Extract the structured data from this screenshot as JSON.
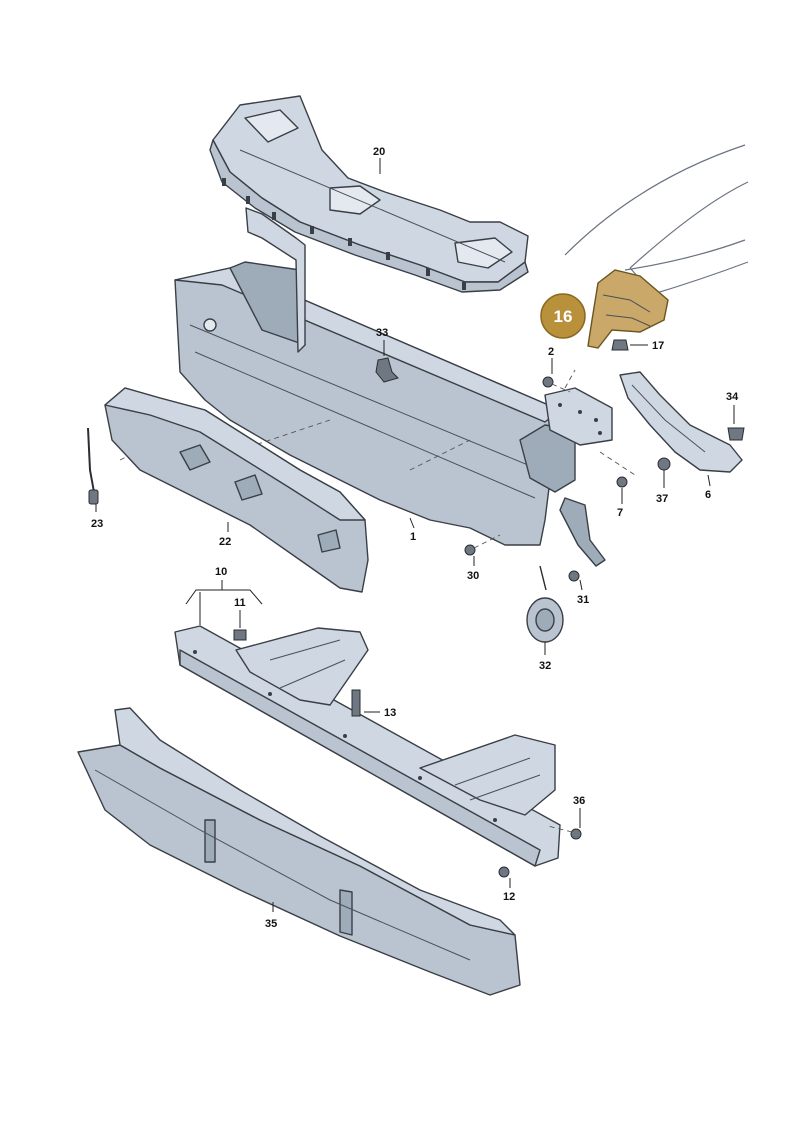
{
  "diagram": {
    "callouts": [
      "1",
      "2",
      "6",
      "7",
      "10",
      "11",
      "12",
      "13",
      "16",
      "17",
      "20",
      "22",
      "23",
      "30",
      "31",
      "32",
      "33",
      "34",
      "35",
      "36",
      "37"
    ],
    "highlighted": "16",
    "colors": {
      "part_fill": "#b9c4d0",
      "part_outline": "#3a3f46",
      "highlight": "#c9a86a",
      "highlight_badge": "#b8913a"
    }
  },
  "labels": {
    "l1": "1",
    "l2": "2",
    "l6": "6",
    "l7": "7",
    "l10": "10",
    "l11": "11",
    "l12": "12",
    "l13": "13",
    "l16": "16",
    "l17": "17",
    "l20": "20",
    "l22": "22",
    "l23": "23",
    "l30": "30",
    "l31": "31",
    "l32": "32",
    "l33": "33",
    "l34": "34",
    "l35": "35",
    "l36": "36",
    "l37": "37"
  }
}
